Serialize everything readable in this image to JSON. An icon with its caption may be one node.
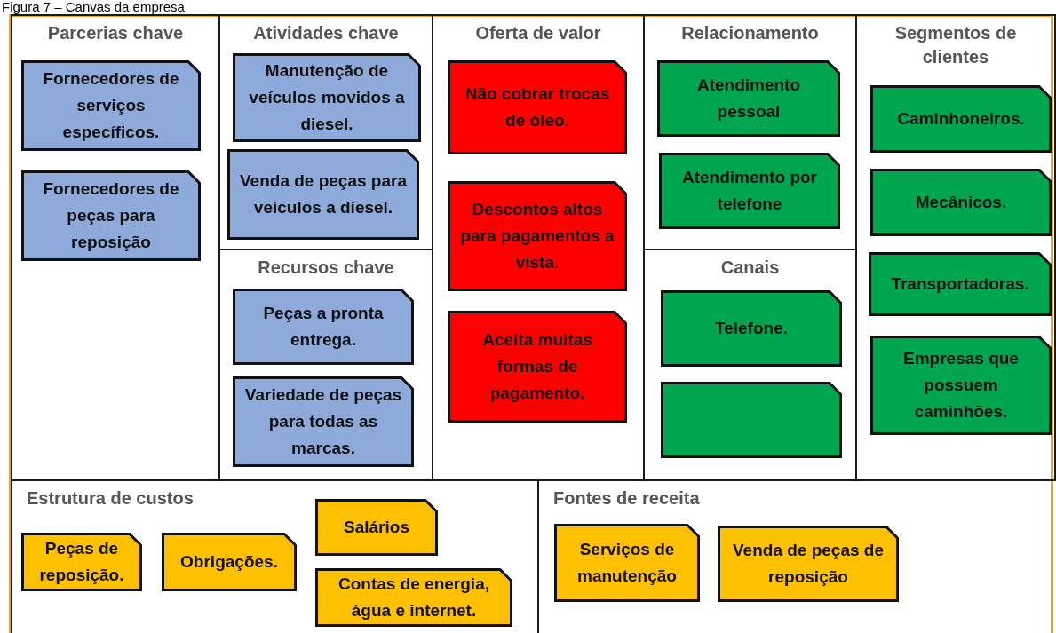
{
  "diagram": {
    "title": "Figura 7 – Canvas da empresa",
    "nodes": [
      {
        "text": [
          "Parcerias chave"
        ]
      },
      {
        "text": [
          "Fornecedores de serviços específicos."
        ],
        "in": 0
      },
      {
        "text": [
          "Fornecedores de peças para reposição"
        ],
        "in": 0
      },
      {
        "text": [
          "Atividades chave"
        ]
      },
      {
        "text": [
          "Manutenção de veículos movidos a diesel."
        ],
        "in": 3
      },
      {
        "text": [
          "Venda de peças para veículos a diesel."
        ],
        "in": 3
      },
      {
        "text": [
          "Recursos chave"
        ]
      },
      {
        "text": [
          "Peças a pronta entrega."
        ],
        "in": 6
      },
      {
        "text": [
          "Variedade de peças para todas as marcas."
        ],
        "in": 6
      },
      {
        "text": [
          "Oferta de valor"
        ]
      },
      {
        "text": [
          "Não cobrar trocas de óleo."
        ],
        "in": 9
      },
      {
        "text": [
          "Descontos altos para pagamentos a vista."
        ],
        "in": 9
      },
      {
        "text": [
          "Aceita muitas formas de pagamento."
        ],
        "in": 9
      },
      {
        "text": [
          "Relacionamento"
        ]
      },
      {
        "text": [
          "Atendimento pessoal"
        ],
        "in": 13
      },
      {
        "text": [
          "Atendimento por telefone"
        ],
        "in": 13
      },
      {
        "text": [
          "Canais"
        ]
      },
      {
        "text": [
          "Telefone."
        ],
        "in": 16
      },
      {
        "text": [],
        "shape": "box",
        "in": 16
      },
      {
        "text": [
          "Segmentos de clientes"
        ]
      },
      {
        "text": [
          "Caminhoneiros."
        ],
        "in": 19
      },
      {
        "text": [
          "Mecânicos."
        ],
        "in": 19
      },
      {
        "text": [
          "Transportadoras."
        ],
        "in": 19
      },
      {
        "text": [
          "Empresas que possuem caminhões."
        ],
        "in": 19
      },
      {
        "text": [
          "Estrutura de custos"
        ]
      },
      {
        "text": [
          "Peças de reposição."
        ],
        "in": 24
      },
      {
        "text": [
          "Obrigações."
        ],
        "in": 24
      },
      {
        "text": [
          "Salários"
        ],
        "in": 24
      },
      {
        "text": [
          "Contas de energia, água e internet."
        ],
        "in": 24
      },
      {
        "text": [
          "Fontes de receita"
        ]
      },
      {
        "text": [
          "Serviços de manutenção"
        ],
        "in": 29
      },
      {
        "text": [
          "Venda de peças de reposição"
        ],
        "in": 29
      }
    ]
  }
}
